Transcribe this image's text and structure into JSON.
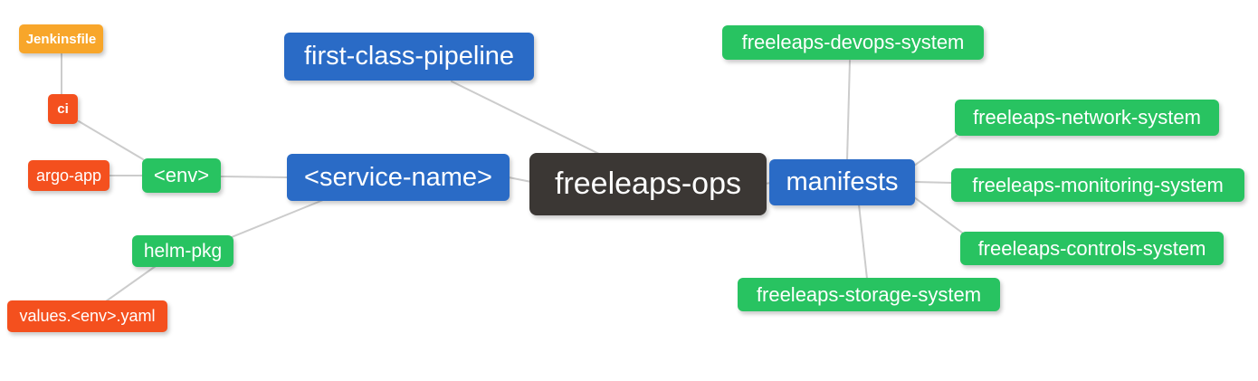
{
  "diagram": {
    "type": "mindmap",
    "root_label": "freeleaps-ops",
    "colors": {
      "canvas_bg": "#ffffff",
      "root_bg": "#3b3734",
      "level1_bg": "#2a6bc6",
      "level2_bg": "#28c361",
      "level3_bg": "#f4501e",
      "level4_bg": "#f8a62a",
      "edge": "#cccccc",
      "text": "#ffffff"
    },
    "nodes": [
      {
        "id": "freeleaps-ops",
        "label": "freeleaps-ops",
        "level": 0,
        "parent": null
      },
      {
        "id": "first-class-pipeline",
        "label": "first-class-pipeline",
        "level": 1,
        "parent": "freeleaps-ops"
      },
      {
        "id": "service-name",
        "label": "<service-name>",
        "level": 1,
        "parent": "freeleaps-ops"
      },
      {
        "id": "manifests",
        "label": "manifests",
        "level": 1,
        "parent": "freeleaps-ops"
      },
      {
        "id": "env",
        "label": "<env>",
        "level": 2,
        "parent": "service-name"
      },
      {
        "id": "helm-pkg",
        "label": "helm-pkg",
        "level": 2,
        "parent": "service-name"
      },
      {
        "id": "ci",
        "label": "ci",
        "level": 3,
        "parent": "env"
      },
      {
        "id": "argo-app",
        "label": "argo-app",
        "level": 3,
        "parent": "env"
      },
      {
        "id": "jenkinsfile",
        "label": "Jenkinsfile",
        "level": 4,
        "parent": "ci"
      },
      {
        "id": "values-env-yaml",
        "label": "values.<env>.yaml",
        "level": 3,
        "parent": "helm-pkg"
      },
      {
        "id": "freeleaps-devops-system",
        "label": "freeleaps-devops-system",
        "level": 2,
        "parent": "manifests"
      },
      {
        "id": "freeleaps-network-system",
        "label": "freeleaps-network-system",
        "level": 2,
        "parent": "manifests"
      },
      {
        "id": "freeleaps-monitoring-system",
        "label": "freeleaps-monitoring-system",
        "level": 2,
        "parent": "manifests"
      },
      {
        "id": "freeleaps-controls-system",
        "label": "freeleaps-controls-system",
        "level": 2,
        "parent": "manifests"
      },
      {
        "id": "freeleaps-storage-system",
        "label": "freeleaps-storage-system",
        "level": 2,
        "parent": "manifests"
      }
    ],
    "edges": [
      {
        "from": "jenkinsfile",
        "to": "ci"
      },
      {
        "from": "ci",
        "to": "env"
      },
      {
        "from": "argo-app",
        "to": "env"
      },
      {
        "from": "env",
        "to": "service-name"
      },
      {
        "from": "service-name",
        "to": "helm-pkg"
      },
      {
        "from": "helm-pkg",
        "to": "values-env-yaml"
      },
      {
        "from": "first-class-pipeline",
        "to": "freeleaps-ops"
      },
      {
        "from": "service-name",
        "to": "freeleaps-ops"
      },
      {
        "from": "freeleaps-ops",
        "to": "manifests"
      },
      {
        "from": "manifests",
        "to": "freeleaps-devops-system"
      },
      {
        "from": "manifests",
        "to": "freeleaps-network-system"
      },
      {
        "from": "manifests",
        "to": "freeleaps-monitoring-system"
      },
      {
        "from": "manifests",
        "to": "freeleaps-controls-system"
      },
      {
        "from": "manifests",
        "to": "freeleaps-storage-system"
      }
    ]
  }
}
